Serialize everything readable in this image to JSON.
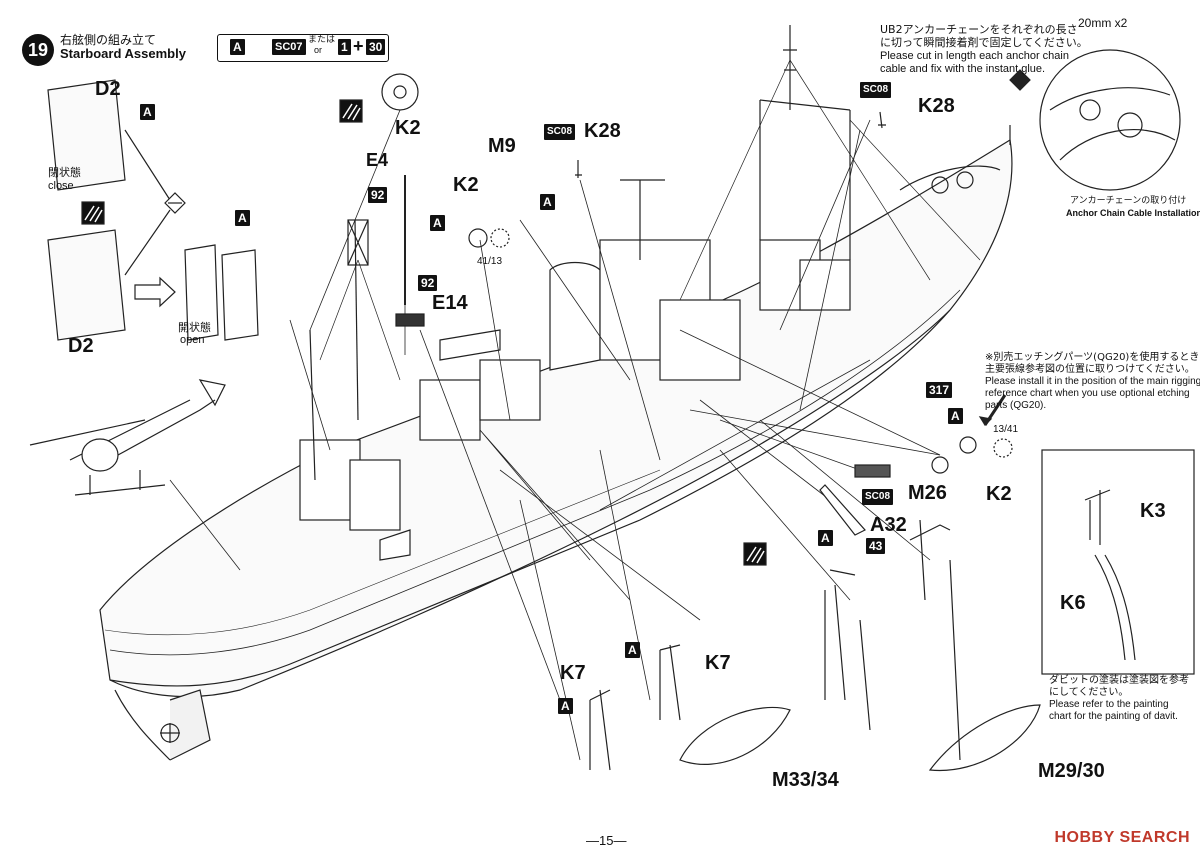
{
  "step": {
    "number": "19",
    "title_jp": "右舷側の組み立て",
    "title_en": "Starboard Assembly"
  },
  "legend": {
    "code_a": "A",
    "code_sc07": "SC07",
    "or_jp": "または",
    "or_en": "or",
    "code_1": "1",
    "plus": "+",
    "code_30": "30"
  },
  "parts": {
    "d2_top": "D2",
    "d2_bottom": "D2",
    "k2_top": "K2",
    "e4": "E4",
    "m9": "M9",
    "k2_mid": "K2",
    "k28_mid": "K28",
    "k28_right": "K28",
    "e14": "E14",
    "m26": "M26",
    "k2_right": "K2",
    "a32": "A32",
    "k3": "K3",
    "k6": "K6",
    "k7_left": "K7",
    "k7_right": "K7",
    "m33_34": "M33/34",
    "m29_30": "M29/30"
  },
  "labels": {
    "close_jp": "閉状態",
    "close_en": "close",
    "open_jp": "開状態",
    "open_en": "open"
  },
  "codes": {
    "a_d2": "A",
    "a_d2b": "A",
    "a_k2": "A",
    "a_m9": "A",
    "a_k2r": "A",
    "a_a32": "A",
    "a_k7l": "A",
    "a_k7r": "A",
    "sc08_k28": "SC08",
    "sc08_k28r": "SC08",
    "sc08_m26": "SC08",
    "n92_top": "92",
    "n92_e14": "92",
    "n317": "317",
    "n43": "43",
    "ratio_left": "41/13",
    "ratio_right": "13/41"
  },
  "notes": {
    "anchor_jp_1": "UB2アンカーチェーンをそれぞれの長さ",
    "anchor_jp_2": "に切って瞬間接着剤で固定してください。",
    "anchor_en_1": "Please cut in length each anchor chain",
    "anchor_en_2": "cable and fix with the instant glue.",
    "anchor_size": "20mm x2",
    "anchor_caption_jp": "アンカーチェーンの取り付け",
    "anchor_caption_en": "Anchor Chain Cable Installation",
    "etch_jp_1": "※別売エッチングパーツ(QG20)を使用するときは、",
    "etch_jp_2": "主要張線参考図の位置に取りつけてください。",
    "etch_en_1": "Please install it in the position of the main rigging",
    "etch_en_2": "reference chart when you use optional etching",
    "etch_en_3": "parts (QG20).",
    "davit_jp_1": "ダビットの塗装は塗装図を参考",
    "davit_jp_2": "にしてください。",
    "davit_en_1": "Please refer to the painting",
    "davit_en_2": "chart for the painting of davit."
  },
  "footer": {
    "page": "—15—",
    "watermark": "HOBBY SEARCH"
  }
}
